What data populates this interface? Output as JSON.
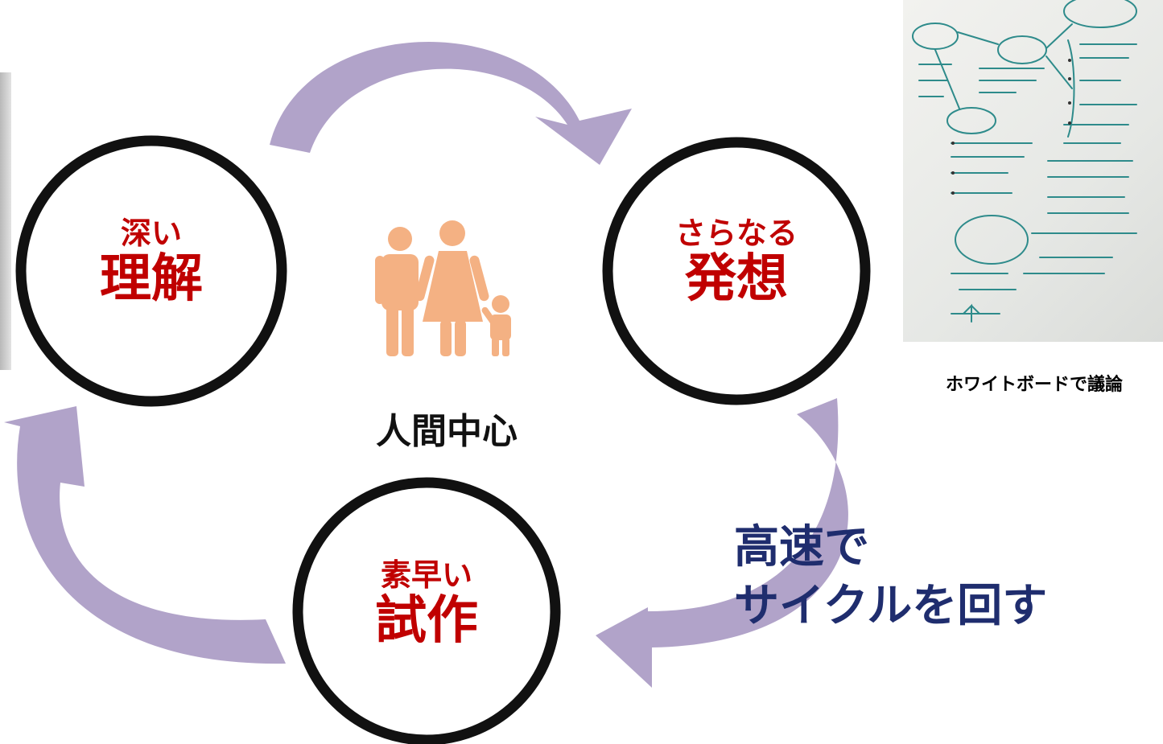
{
  "nodes": {
    "understand": {
      "small": "深い",
      "big": "理解"
    },
    "idea": {
      "small": "さらなる",
      "big": "発想"
    },
    "prototype": {
      "small": "素早い",
      "big": "試作"
    }
  },
  "center_label": "人間中心",
  "cycle_text": {
    "line1": "高速で",
    "line2": "サイクルを回す"
  },
  "whiteboard_caption": "ホワイトボードで議論",
  "colors": {
    "arrow": "#b1a3c9",
    "circle": "#111111",
    "accent_red": "#c00000",
    "navy": "#1f2d6e",
    "people": "#f4b183",
    "marker": "#2e8b8b"
  },
  "icons": [
    "family-icon",
    "whiteboard-photo"
  ]
}
